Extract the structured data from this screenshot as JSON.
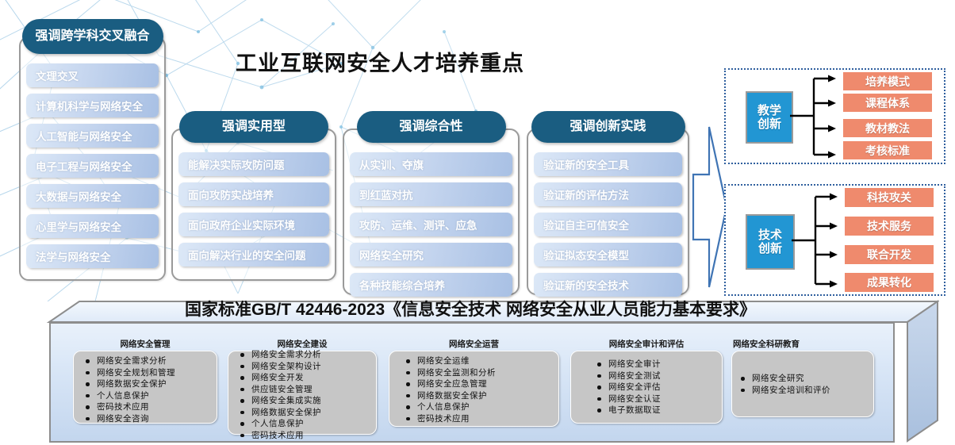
{
  "title": "工业互联网安全人才培养重点",
  "colors": {
    "pill": "#1a5d81",
    "item_gradient_start": "#dce8f7",
    "item_gradient_end": "#a8c0e4",
    "node_blue": "#2296d3",
    "leaf_orange": "#ef8a6d",
    "panel_dashed_border": "#2f5f9e",
    "banner_face": "#dae7f7",
    "segment_box": "#c6c6c6"
  },
  "columns": [
    {
      "id": "interdisciplinary",
      "header": "强调跨学科交叉融合",
      "items": [
        "文理交叉",
        "计算机科学与网络安全",
        "人工智能与网络安全",
        "电子工程与网络安全",
        "大数据与网络安全",
        "心里学与网络安全",
        "法学与网络安全"
      ]
    },
    {
      "id": "practical",
      "header": "强调实用型",
      "items": [
        "能解决实际攻防问题",
        "面向攻防实战培养",
        "面向政府企业实际环境",
        "面向解决行业的安全问题"
      ]
    },
    {
      "id": "comprehensive",
      "header": "强调综合性",
      "items": [
        "从实训、夺旗",
        "到红蓝对抗",
        "攻防、运维、测评、应急",
        "网络安全研究",
        "各种技能综合培养"
      ]
    },
    {
      "id": "innovation-practice",
      "header": "强调创新实践",
      "items": [
        "验证新的安全工具",
        "验证新的评估方法",
        "验证自主可信安全",
        "验证拟态安全模型",
        "验证新的安全技术"
      ]
    }
  ],
  "right_panels": [
    {
      "id": "teaching-innovation",
      "node": "教学\n创新",
      "node_lines": [
        "教学",
        "创新"
      ],
      "leaves": [
        "培养模式",
        "课程体系",
        "教材教法",
        "考核标准"
      ]
    },
    {
      "id": "technology-innovation",
      "node": "技术\n创新",
      "node_lines": [
        "技术",
        "创新"
      ],
      "leaves": [
        "科技攻关",
        "技术服务",
        "联合开发",
        "成果转化"
      ]
    }
  ],
  "banner": {
    "title": "国家标准GB/T 42446-2023《信息安全技术 网络安全从业人员能力基本要求》",
    "segments": [
      {
        "heading": "网络安全管理",
        "items": [
          "网络安全需求分析",
          "网络安全规划和管理",
          "网络数据安全保护",
          "个人信息保护",
          "密码技术应用",
          "网络安全咨询"
        ]
      },
      {
        "heading": "网络安全建设",
        "items": [
          "网络安全需求分析",
          "网络安全架构设计",
          "网络安全开发",
          "供应链安全管理",
          "网络安全集成实施",
          "网络数据安全保护",
          "个人信息保护",
          "密码技术应用"
        ]
      },
      {
        "heading": "网络安全运营",
        "items": [
          "网络安全运维",
          "网络安全监测和分析",
          "网络安全应急管理",
          "网络数据安全保护",
          "个人信息保护",
          "密码技术应用"
        ]
      },
      {
        "heading": "网络安全审计和评估",
        "items": [
          "网络安全审计",
          "网络安全测试",
          "网络安全评估",
          "网络安全认证",
          "电子数据取证"
        ]
      },
      {
        "heading": "网络安全科研教育",
        "items": [
          "网络安全研究",
          "网络安全培训和评价"
        ]
      }
    ]
  }
}
